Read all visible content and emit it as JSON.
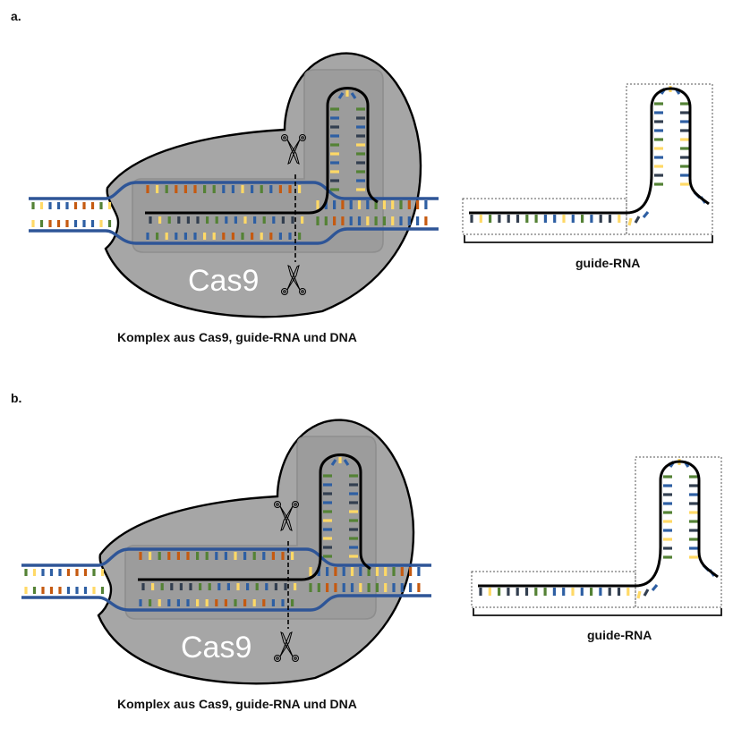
{
  "panels": [
    {
      "id": "a",
      "label": "a.",
      "protein_name": "Cas9",
      "caption": "Komplex aus Cas9, guide-RNA und DNA",
      "guide_rna_label": "guide-RNA",
      "icons": [
        "scissors-icon",
        "scissors-icon"
      ]
    },
    {
      "id": "b",
      "label": "b.",
      "protein_name": "Cas9",
      "caption": "Komplex aus Cas9, guide-RNA und DNA",
      "guide_rna_label": "guide-RNA",
      "icons": [
        "scissors-icon",
        "scissors-icon"
      ]
    }
  ],
  "colors": {
    "protein_fill": "#a6a6a6",
    "protein_inner": "#9c9c9c",
    "outline": "#000000",
    "dna_backbone": "#2e5597",
    "rna_backbone": "#000000",
    "cut_line": "#000000",
    "base_blue": "#2e5fa3",
    "base_green": "#548235",
    "base_orange": "#c55a11",
    "base_yellow": "#ffd966",
    "base_navy": "#333f50"
  },
  "bases": {
    "dna_left_top": [
      "g",
      "y",
      "b",
      "b",
      "b",
      "o",
      "o",
      "o",
      "g",
      "y"
    ],
    "dna_left_bot": [
      "y",
      "g",
      "o",
      "o",
      "o",
      "b",
      "b",
      "b",
      "y",
      "g"
    ],
    "dna_in_top": [
      "o",
      "y",
      "g",
      "o",
      "o",
      "o",
      "g",
      "g",
      "b",
      "b",
      "y",
      "b",
      "g",
      "b",
      "o",
      "o",
      "y"
    ],
    "rna_spacer": [
      "n",
      "y",
      "g",
      "n",
      "n",
      "n",
      "g",
      "g",
      "b",
      "b",
      "y",
      "b",
      "g",
      "b",
      "n",
      "n",
      "y"
    ],
    "dna_in_bot": [
      "b",
      "g",
      "y",
      "b",
      "b",
      "b",
      "y",
      "y",
      "o",
      "o",
      "g",
      "o",
      "y",
      "o",
      "b",
      "b",
      "g"
    ],
    "dna_right_top": [
      "y",
      "b",
      "b",
      "o",
      "b",
      "y",
      "b",
      "g",
      "y",
      "y",
      "g",
      "o",
      "o",
      "b"
    ],
    "dna_right_bot": [
      "g",
      "g",
      "o",
      "o",
      "b",
      "b",
      "y",
      "g",
      "g",
      "y",
      "b",
      "b",
      "b",
      "o"
    ],
    "hairpin_left": [
      "g",
      "b",
      "n",
      "b",
      "g",
      "y",
      "b",
      "y",
      "n",
      "g"
    ],
    "hairpin_right": [
      "g",
      "n",
      "b",
      "n",
      "y",
      "g",
      "n",
      "g",
      "b",
      "y"
    ],
    "free_spacer": [
      "n",
      "y",
      "g",
      "n",
      "n",
      "n",
      "g",
      "g",
      "b",
      "b",
      "y",
      "b",
      "g",
      "b",
      "n",
      "n",
      "y"
    ]
  }
}
